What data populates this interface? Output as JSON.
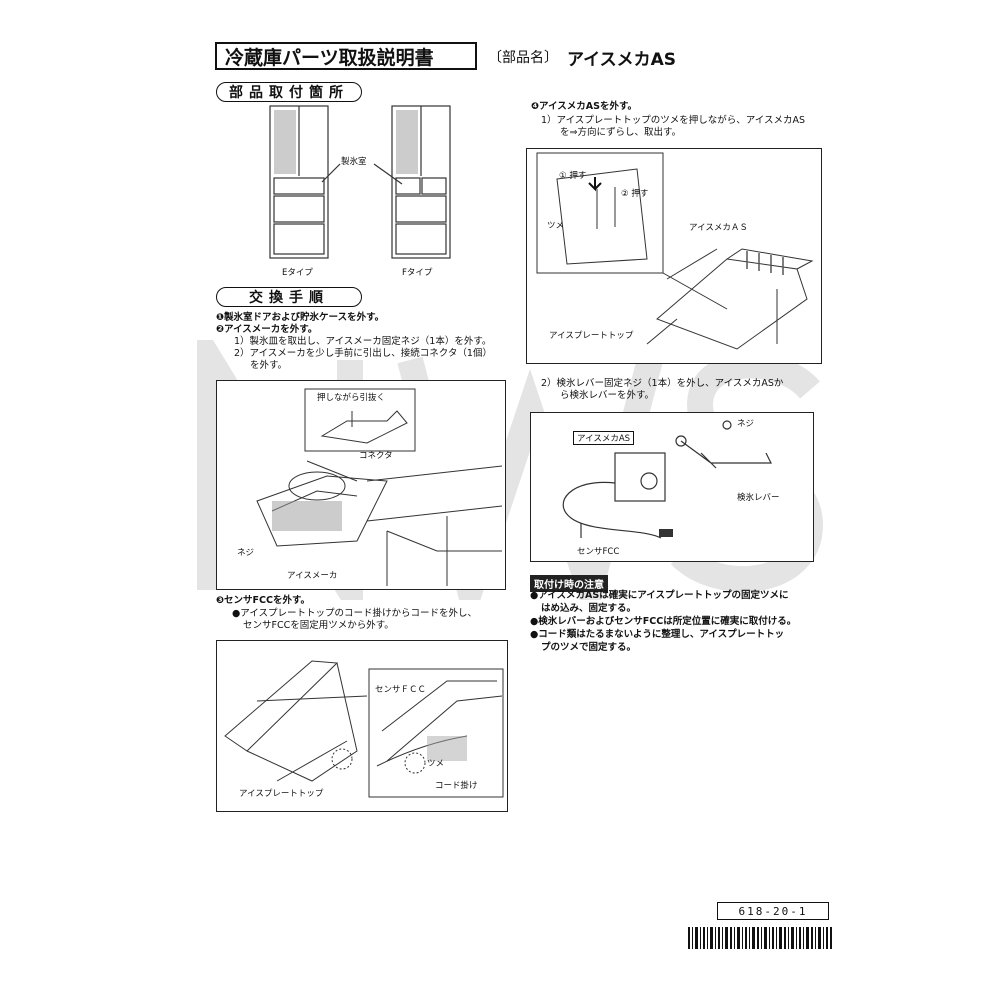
{
  "header": {
    "title": "冷蔵庫パーツ取扱説明書",
    "part_label": "〔部品名〕",
    "part_name": "アイスメカAS"
  },
  "sections": {
    "location_title": "部品取付箇所",
    "procedure_title": "交換手順"
  },
  "location_figure": {
    "label_icemaker": "製氷室",
    "type_e": "Eタイプ",
    "type_f": "Fタイプ"
  },
  "steps_left": [
    "❶製氷室ドアおよび貯氷ケースを外す。",
    "❷アイスメーカを外す。",
    "1）製氷皿を取出し、アイスメーカ固定ネジ（1本）を外す。",
    "2）アイスメーカを少し手前に引出し、接続コネクタ（1個）",
    "を外す。"
  ],
  "figure1": {
    "label_pull": "押しながら引抜く",
    "label_connector": "コネクタ",
    "label_screw": "ネジ",
    "label_icemaker": "アイスメーカ"
  },
  "step3": {
    "heading": "❸センサFCCを外す。",
    "lines": [
      "●アイスプレートトップのコード掛けからコードを外し、",
      "センサFCCを固定用ツメから外す。"
    ]
  },
  "figure2": {
    "label_sensor": "センサＦＣＣ",
    "label_claw": "ツメ",
    "label_hook": "コード掛け",
    "label_plate": "アイスプレートトップ"
  },
  "step4": {
    "heading": "❹アイスメカASを外す。",
    "lines": [
      "1）アイスプレートトップのツメを押しながら、アイスメカAS",
      "を⇒方向にずらし、取出す。"
    ]
  },
  "figure3": {
    "label_push1": "① 押す",
    "label_push2": "② 押す",
    "label_claw": "ツメ",
    "label_mecha": "アイスメカＡＳ",
    "label_plate": "アイスプレートトップ"
  },
  "step4b": {
    "lines": [
      "2）検氷レバー固定ネジ（1本）を外し、アイスメカASか",
      "ら検氷レバーを外す。"
    ]
  },
  "figure4": {
    "label_mecha": "アイスメカAS",
    "label_screw": "ネジ",
    "label_lever": "検氷レバー",
    "label_sensor": "センサFCC"
  },
  "notes": {
    "heading": "取付け時の注意",
    "items": [
      "●アイスメカASは確実にアイスプレートトップの固定ツメに",
      "はめ込み、固定する。",
      "●検氷レバーおよびセンサFCCは所定位置に確実に取付ける。",
      "●コード類はたるまないように整理し、アイスプレートトッ",
      "プのツメで固定する。"
    ]
  },
  "footer": {
    "code": "618-20-1"
  }
}
